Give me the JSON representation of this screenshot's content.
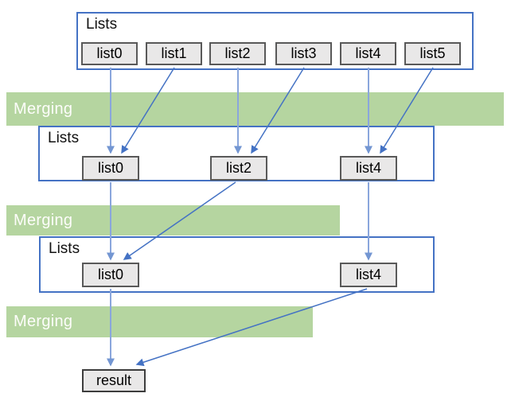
{
  "stages": [
    {
      "label": "Lists",
      "items": [
        "list0",
        "list1",
        "list2",
        "list3",
        "list4",
        "list5"
      ]
    },
    {
      "label": "Lists",
      "items": [
        "list0",
        "list2",
        "list4"
      ]
    },
    {
      "label": "Lists",
      "items": [
        "list0",
        "list4"
      ]
    }
  ],
  "merging": {
    "bars": [
      {
        "label": "Merging"
      },
      {
        "label": "Merging"
      },
      {
        "label": "Merging"
      }
    ]
  },
  "result": {
    "label": "result"
  },
  "colors": {
    "stage_border_blue": "#4472c4",
    "diagonal_arrow_blue": "#4472c4",
    "vertical_arrow_blue": "#8aa6dc",
    "merging_bar_green": "#b5d5a0",
    "merging_text": "#fdfdfa",
    "item_fill_gray": "#e9e8e8",
    "item_border_gray": "#595959",
    "result_border": "#3d3d3d"
  }
}
